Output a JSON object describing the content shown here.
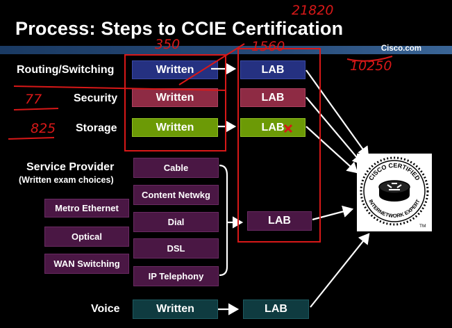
{
  "title": "Process: Steps to CCIE Certification",
  "brand": "Cisco.com",
  "tracks": {
    "routing_switching": {
      "label": "Routing/Switching",
      "written": "Written",
      "lab": "LAB"
    },
    "security": {
      "label": "Security",
      "written": "Written",
      "lab": "LAB"
    },
    "storage": {
      "label": "Storage",
      "written": "Written",
      "lab": "LAB"
    },
    "service_provider": {
      "label": "Service Provider",
      "sublabel": "(Written exam choices)",
      "options": [
        "Cable",
        "Content Netwkg",
        "Dial",
        "DSL",
        "IP Telephony"
      ],
      "side_options": [
        "Metro Ethernet",
        "Optical",
        "WAN Switching"
      ],
      "lab": "LAB"
    },
    "voice": {
      "label": "Voice",
      "written": "Written",
      "lab": "LAB"
    }
  },
  "badge": {
    "top_text": "CISCO CERTIFIED",
    "bottom_text": "INTERNETWORK EXPERT",
    "tm": "TM"
  },
  "annotations": {
    "top_right_1": "21820",
    "top_right_2": "10250",
    "written_col": "350",
    "lab_col": "1560",
    "security_left": "77",
    "storage_left": "825"
  },
  "colors": {
    "blue": "#253181",
    "red": "#8e2b44",
    "green": "#6c9a06",
    "purple": "#4a1744",
    "teal": "#0f3b40",
    "ink": "#d81818",
    "bar": "#274a78"
  }
}
